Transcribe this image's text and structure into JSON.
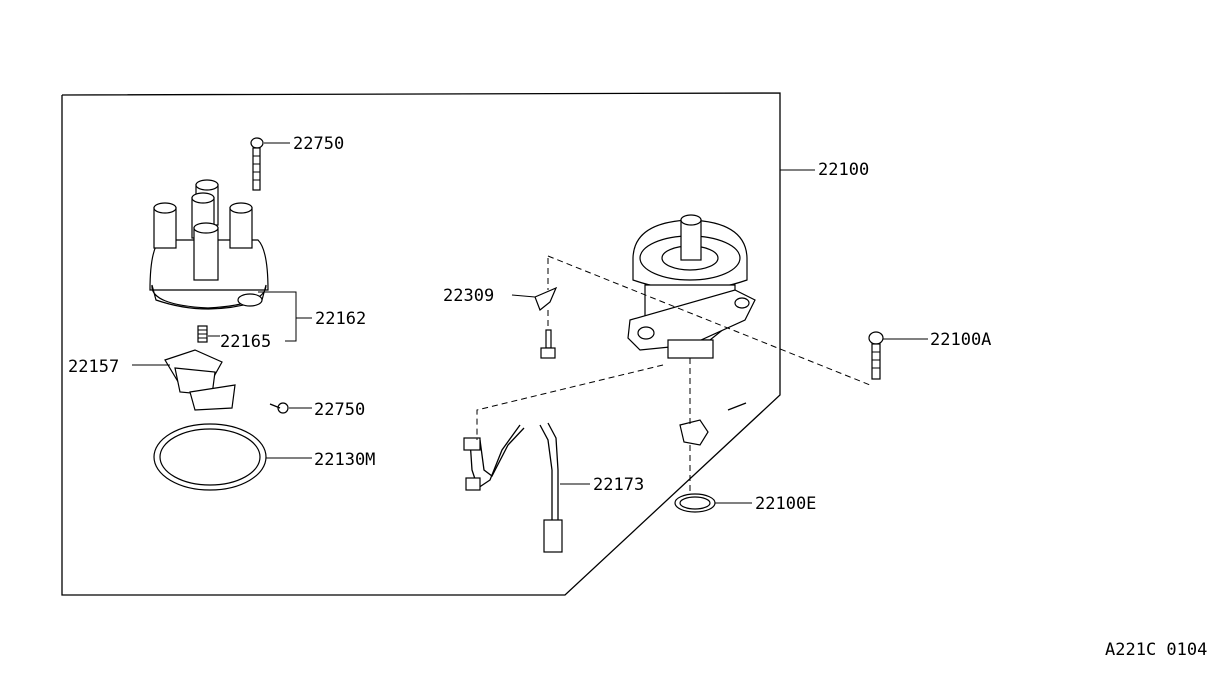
{
  "diagram": {
    "code": "A221C 0104",
    "labels": {
      "screw_top": "22750",
      "assembly": "22100",
      "cap": "22162",
      "spring": "22165",
      "rotor": "22157",
      "screw_small": "22750",
      "seal_ring": "22130M",
      "clamp": "22309",
      "bolt_right": "22100A",
      "harness": "22173",
      "oring": "22100E"
    }
  }
}
